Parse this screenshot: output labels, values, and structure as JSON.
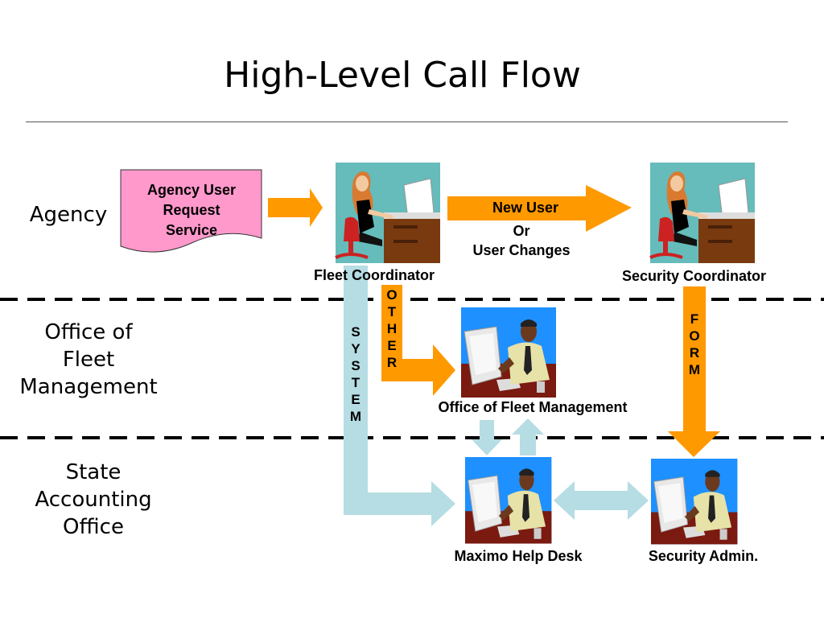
{
  "title": "High-Level Call Flow",
  "lanes": {
    "agency": "Agency",
    "fleet_mgmt": [
      "Office of",
      "Fleet",
      "Management"
    ],
    "state_accounting": [
      "State",
      "Accounting",
      "Office"
    ]
  },
  "request_doc": [
    "Agency User",
    "Request",
    "Service"
  ],
  "arrow_new_user": [
    "New User",
    "Or",
    "User Changes"
  ],
  "vertical_labels": {
    "other": [
      "O",
      "T",
      "H",
      "E",
      "R"
    ],
    "system": [
      "S",
      "Y",
      "S",
      "T",
      "E",
      "M"
    ],
    "form": [
      "F",
      "O",
      "R",
      "M"
    ]
  },
  "nodes": {
    "fleet_coordinator": "Fleet Coordinator",
    "security_coordinator": "Security Coordinator",
    "office_fleet_mgmt": "Office of Fleet Management",
    "maximo_help_desk": "Maximo Help Desk",
    "security_admin": "Security Admin."
  },
  "colors": {
    "orange": "#FF9900",
    "light_blue": "#B5DDE3",
    "pink": "#FF99CC",
    "teal_bg": "#66BBBB",
    "blue_bg": "#1E90FF"
  },
  "icons": {
    "woman": "woman-at-desk-icon",
    "man": "man-at-computer-icon"
  }
}
